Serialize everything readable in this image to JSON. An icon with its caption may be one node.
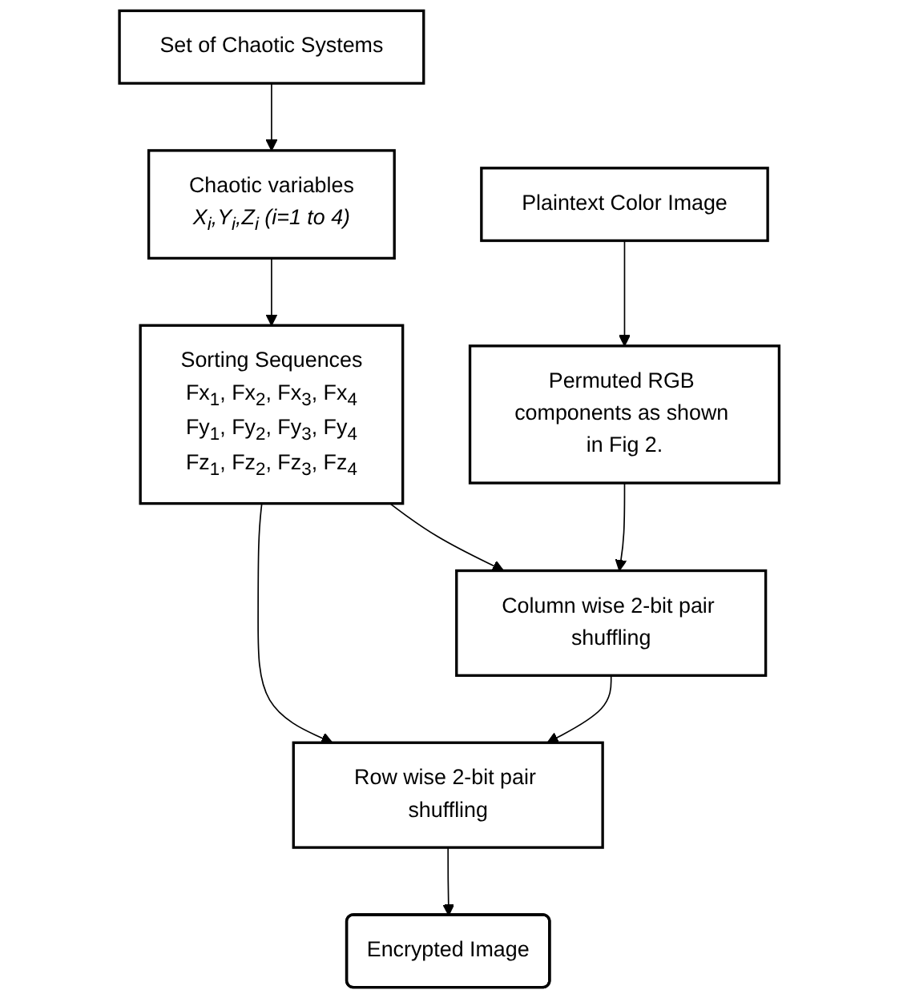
{
  "diagram": {
    "nodes": [
      {
        "text": [
          "Set of Chaotic Systems"
        ]
      },
      {
        "text": [
          "Chaotic variables",
          "X$_{i}$,Y$_{i}$,Z$_{i}$ (i=1 to 4)"
        ]
      },
      {
        "text": [
          "Sorting Sequences",
          "Fx$_{1}$, Fx$_{2}$, Fx$_{3}$, Fx$_{4}$",
          "Fy$_{1}$, Fy$_{2}$, Fy$_{3}$, Fy$_{4}$",
          "Fz$_{1}$, Fz$_{2}$, Fz$_{3}$, Fz$_{4}$"
        ]
      },
      {
        "text": [
          "Plaintext Color Image"
        ]
      },
      {
        "text": [
          "Permuted RGB components as shown in Fig 2."
        ]
      },
      {
        "text": [
          "Column wise 2-bit pair shuffling"
        ]
      },
      {
        "text": [
          "Row wise 2-bit pair shuffling"
        ]
      },
      {
        "text": [
          "Encrypted Image"
        ]
      }
    ],
    "edges": [
      {
        "from": 0,
        "to": 1,
        "arrow": "to"
      },
      {
        "from": 1,
        "to": 2,
        "arrow": "to"
      },
      {
        "from": 3,
        "to": 4,
        "arrow": "to"
      },
      {
        "from": 4,
        "to": 5,
        "arrow": "to"
      },
      {
        "from": 2,
        "to": 5,
        "arrow": "to"
      },
      {
        "from": 2,
        "to": 6,
        "arrow": "to"
      },
      {
        "from": 5,
        "to": 6,
        "arrow": "to"
      },
      {
        "from": 6,
        "to": 7,
        "arrow": "to"
      }
    ]
  }
}
